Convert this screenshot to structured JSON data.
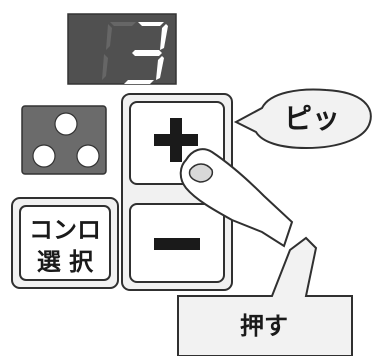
{
  "display": {
    "digit": "3"
  },
  "burner_indicator": {
    "dots": 3
  },
  "buttons": {
    "plus_label": "+",
    "minus_label": "−",
    "select_label_line1": "コンロ",
    "select_label_line2": "選 択"
  },
  "callouts": {
    "beep_text": "ピッ",
    "press_text": "押す"
  },
  "colors": {
    "display_bg": "#505050",
    "lit_segment": "#ffffff",
    "unlit_segment": "#6a6a6a",
    "indicator_bg": "#6b6b6b",
    "outline": "#303030",
    "panel_fill": "#f1f1f1",
    "callout_fill": "#f2f2f2"
  }
}
